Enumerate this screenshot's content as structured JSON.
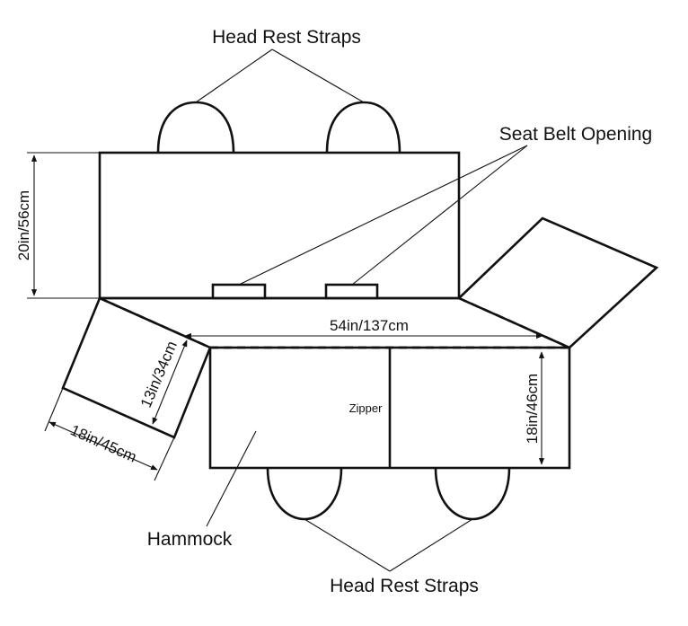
{
  "labels": {
    "head_rest_straps_top": "Head Rest Straps",
    "seat_belt_opening": "Seat Belt Opening",
    "height_back": "20in/56cm",
    "width_main": "54in/137cm",
    "height_hammock": "18in/46cm",
    "flap_depth": "13in/34cm",
    "flap_width": "18in/45cm",
    "zipper": "Zipper",
    "hammock": "Hammock",
    "head_rest_straps_bottom": "Head Rest Straps"
  },
  "colors": {
    "line": "#111111",
    "background": "#ffffff"
  }
}
